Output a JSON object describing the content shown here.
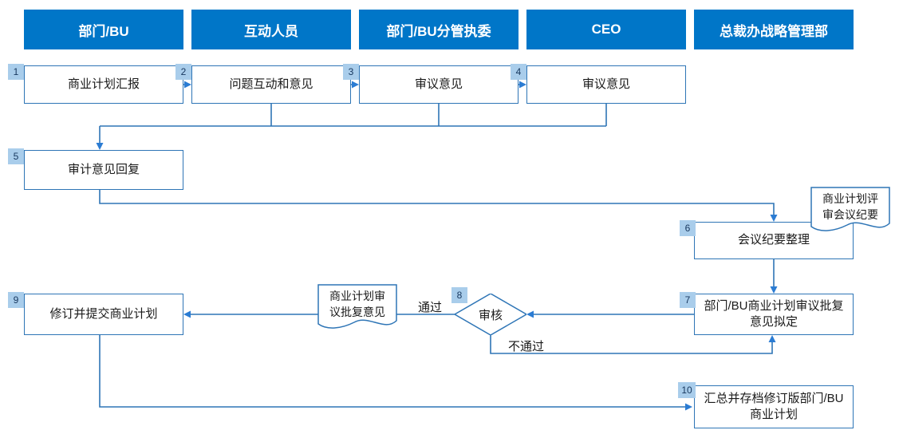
{
  "flowchart": {
    "lanes": [
      "部门/BU",
      "互动人员",
      "部门/BU分管执委",
      "CEO",
      "总裁办战略管理部"
    ],
    "nodes": {
      "n1": {
        "num": "1",
        "label": "商业计划汇报"
      },
      "n2": {
        "num": "2",
        "label": "问题互动和意见"
      },
      "n3": {
        "num": "3",
        "label": "审议意见"
      },
      "n4": {
        "num": "4",
        "label": "审议意见"
      },
      "n5": {
        "num": "5",
        "label": "审计意见回复"
      },
      "n6": {
        "num": "6",
        "label": "会议纪要整理"
      },
      "n7": {
        "num": "7",
        "label": "部门/BU商业计划审议批复意见拟定"
      },
      "n8": {
        "num": "8",
        "label": "审核",
        "type": "decision"
      },
      "n9": {
        "num": "9",
        "label": "修订并提交商业计划"
      },
      "n10": {
        "num": "10",
        "label": "汇总并存档修订版部门/BU商业计划"
      }
    },
    "documents": {
      "meeting_minutes": {
        "label": "商业计划评审会议纪要"
      },
      "approval_opinion": {
        "label": "商业计划审议批复意见"
      }
    },
    "edge_labels": {
      "pass": "通过",
      "fail": "不通过"
    },
    "colors": {
      "header_bg": "#0076C8",
      "header_text": "#FFFFFF",
      "box_border": "#2E75B6",
      "box_fill": "#FFFFFF",
      "badge_bg": "#A9CDEB",
      "badge_text": "#17375E",
      "line": "#2E75B6",
      "arrow": "#2B7CD3",
      "text": "#1A1A1A"
    }
  }
}
